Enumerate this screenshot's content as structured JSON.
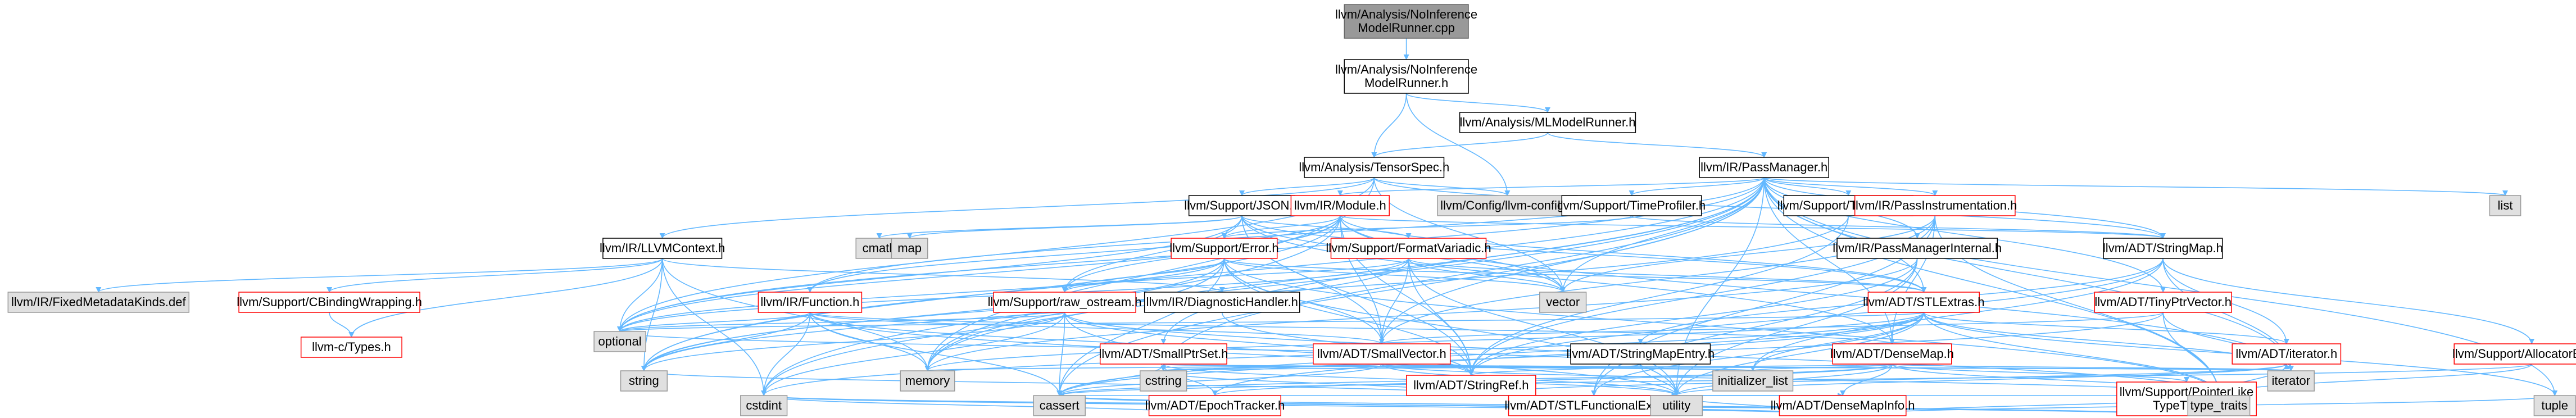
{
  "colors": {
    "edge": "#63b8ff",
    "node_fill": "#ffffff",
    "node_border_black": "#000000",
    "node_border_red": "#ff0000",
    "node_fill_gray": "#e0e0e0",
    "node_border_gray": "#999999",
    "root_fill": "#999999",
    "root_border": "#666666"
  },
  "chart_data": {
    "type": "diagram",
    "nodes": [
      {
        "id": "root",
        "label": "llvm/Analysis/NoInference\nModelRunner.cpp",
        "style": "root"
      },
      {
        "id": "nimr",
        "label": "llvm/Analysis/NoInference\nModelRunner.h",
        "style": "black"
      },
      {
        "id": "mlmr",
        "label": "llvm/Analysis/MLModelRunner.h",
        "style": "black"
      },
      {
        "id": "ts",
        "label": "llvm/Analysis/TensorSpec.h",
        "style": "black"
      },
      {
        "id": "pm",
        "label": "llvm/IR/PassManager.h",
        "style": "black"
      },
      {
        "id": "llvmcfg",
        "label": "llvm/Config/llvm-config.h",
        "style": "gray"
      },
      {
        "id": "json",
        "label": "llvm/Support/JSON.h",
        "style": "black"
      },
      {
        "id": "ctx",
        "label": "llvm/IR/LLVMContext.h",
        "style": "black"
      },
      {
        "id": "module",
        "label": "llvm/IR/Module.h",
        "style": "red"
      },
      {
        "id": "timeprof",
        "label": "llvm/Support/TimeProfiler.h",
        "style": "black"
      },
      {
        "id": "typename",
        "label": "llvm/Support/TypeName.h",
        "style": "black"
      },
      {
        "id": "passinstr",
        "label": "llvm/IR/PassInstrumentation.h",
        "style": "red"
      },
      {
        "id": "list",
        "label": "list",
        "style": "gray"
      },
      {
        "id": "cmath",
        "label": "cmath",
        "style": "gray"
      },
      {
        "id": "map",
        "label": "map",
        "style": "gray"
      },
      {
        "id": "superror",
        "label": "llvm/Support/Error.h",
        "style": "red"
      },
      {
        "id": "formatvar",
        "label": "llvm/Support/FormatVariadic.h",
        "style": "red"
      },
      {
        "id": "vector",
        "label": "vector",
        "style": "gray"
      },
      {
        "id": "pmi",
        "label": "llvm/IR/PassManagerInternal.h",
        "style": "black"
      },
      {
        "id": "stringmap",
        "label": "llvm/ADT/StringMap.h",
        "style": "black"
      },
      {
        "id": "fixedmeta",
        "label": "llvm/IR/FixedMetadataKinds.def",
        "style": "gray"
      },
      {
        "id": "cbw",
        "label": "llvm/Support/CBindingWrapping.h",
        "style": "red"
      },
      {
        "id": "ctypes",
        "label": "llvm-c/Types.h",
        "style": "red"
      },
      {
        "id": "rawos",
        "label": "llvm/Support/raw_ostream.h",
        "style": "red"
      },
      {
        "id": "function",
        "label": "llvm/IR/Function.h",
        "style": "red"
      },
      {
        "id": "diaghandler",
        "label": "llvm/IR/DiagnosticHandler.h",
        "style": "black"
      },
      {
        "id": "sme",
        "label": "llvm/ADT/StringMapEntry.h",
        "style": "black"
      },
      {
        "id": "stlextras",
        "label": "llvm/ADT/STLExtras.h",
        "style": "red"
      },
      {
        "id": "tinyptr",
        "label": "llvm/ADT/TinyPtrVector.h",
        "style": "red"
      },
      {
        "id": "optional",
        "label": "optional",
        "style": "gray"
      },
      {
        "id": "smallptrset",
        "label": "llvm/ADT/SmallPtrSet.h",
        "style": "red"
      },
      {
        "id": "smallvector",
        "label": "llvm/ADT/SmallVector.h",
        "style": "red"
      },
      {
        "id": "stringref",
        "label": "llvm/ADT/StringRef.h",
        "style": "red"
      },
      {
        "id": "densemap",
        "label": "llvm/ADT/DenseMap.h",
        "style": "red"
      },
      {
        "id": "iterator",
        "label": "llvm/ADT/iterator.h",
        "style": "red"
      },
      {
        "id": "allocbase",
        "label": "llvm/Support/AllocatorBase.h",
        "style": "red"
      },
      {
        "id": "string",
        "label": "string",
        "style": "gray"
      },
      {
        "id": "memory",
        "label": "memory",
        "style": "gray"
      },
      {
        "id": "cstring",
        "label": "cstring",
        "style": "gray"
      },
      {
        "id": "epoch",
        "label": "llvm/ADT/EpochTracker.h",
        "style": "red"
      },
      {
        "id": "initlist",
        "label": "initializer_list",
        "style": "gray"
      },
      {
        "id": "stlfunc",
        "label": "llvm/ADT/STLFunctionalExtras.h",
        "style": "red"
      },
      {
        "id": "dmi",
        "label": "llvm/ADT/DenseMapInfo.h",
        "style": "red"
      },
      {
        "id": "iteratorstd",
        "label": "iterator",
        "style": "gray"
      },
      {
        "id": "ptrlike",
        "label": "llvm/Support/PointerLike\nTypeTraits.h",
        "style": "red"
      },
      {
        "id": "cstdint",
        "label": "cstdint",
        "style": "gray"
      },
      {
        "id": "cassert",
        "label": "cassert",
        "style": "gray"
      },
      {
        "id": "utility",
        "label": "utility",
        "style": "gray"
      },
      {
        "id": "typetraits",
        "label": "type_traits",
        "style": "gray"
      },
      {
        "id": "tuple",
        "label": "tuple",
        "style": "gray"
      }
    ],
    "edges": [
      [
        "root",
        "nimr"
      ],
      [
        "nimr",
        "mlmr"
      ],
      [
        "nimr",
        "ts"
      ],
      [
        "nimr",
        "llvmcfg"
      ],
      [
        "mlmr",
        "pm"
      ],
      [
        "mlmr",
        "ts"
      ],
      [
        "ts",
        "llvmcfg"
      ],
      [
        "ts",
        "json"
      ],
      [
        "ts",
        "ctx"
      ],
      [
        "ts",
        "stringmap"
      ],
      [
        "ts",
        "optional"
      ],
      [
        "ts",
        "vector"
      ],
      [
        "ts",
        "memory"
      ],
      [
        "pm",
        "module"
      ],
      [
        "pm",
        "timeprof"
      ],
      [
        "pm",
        "typename"
      ],
      [
        "pm",
        "passinstr"
      ],
      [
        "pm",
        "list"
      ],
      [
        "pm",
        "pmi"
      ],
      [
        "pm",
        "stringmap"
      ],
      [
        "pm",
        "stlextras"
      ],
      [
        "pm",
        "function"
      ],
      [
        "pm",
        "tinyptr"
      ],
      [
        "pm",
        "smallptrset"
      ],
      [
        "pm",
        "smallvector"
      ],
      [
        "pm",
        "densemap"
      ],
      [
        "pm",
        "cassert"
      ],
      [
        "pm",
        "cstring"
      ],
      [
        "pm",
        "iteratorstd"
      ],
      [
        "pm",
        "memory"
      ],
      [
        "pm",
        "tuple"
      ],
      [
        "pm",
        "typetraits"
      ],
      [
        "pm",
        "utility"
      ],
      [
        "pm",
        "vector"
      ],
      [
        "pm",
        "string"
      ],
      [
        "pm",
        "optional"
      ],
      [
        "pm",
        "cstdint"
      ],
      [
        "json",
        "cmath"
      ],
      [
        "json",
        "map"
      ],
      [
        "json",
        "superror"
      ],
      [
        "json",
        "formatvar"
      ],
      [
        "json",
        "rawos"
      ],
      [
        "json",
        "stringref"
      ],
      [
        "json",
        "smallvector"
      ],
      [
        "json",
        "densemap"
      ],
      [
        "json",
        "stlextras"
      ],
      [
        "json",
        "vector"
      ],
      [
        "json",
        "optional"
      ],
      [
        "ctx",
        "fixedmeta"
      ],
      [
        "ctx",
        "cbw"
      ],
      [
        "ctx",
        "ctypes"
      ],
      [
        "ctx",
        "diaghandler"
      ],
      [
        "ctx",
        "cstdint"
      ],
      [
        "ctx",
        "memory"
      ],
      [
        "ctx",
        "optional"
      ],
      [
        "ctx",
        "string"
      ],
      [
        "module",
        "rawos"
      ],
      [
        "module",
        "superror"
      ],
      [
        "module",
        "function"
      ],
      [
        "module",
        "stringmap"
      ],
      [
        "module",
        "stringref"
      ],
      [
        "module",
        "smallvector"
      ],
      [
        "module",
        "stlextras"
      ],
      [
        "module",
        "iteratorstd"
      ],
      [
        "module",
        "optional"
      ],
      [
        "module",
        "vector"
      ],
      [
        "module",
        "cstddef"
      ],
      [
        "module",
        "memory"
      ],
      [
        "module",
        "string"
      ],
      [
        "timeprof",
        "superror"
      ],
      [
        "timeprof",
        "stringmap"
      ],
      [
        "typename",
        "stringref"
      ],
      [
        "typename",
        "string"
      ],
      [
        "passinstr",
        "stringref"
      ],
      [
        "passinstr",
        "smallvector"
      ],
      [
        "passinstr",
        "densemap"
      ],
      [
        "passinstr",
        "stlfunc"
      ],
      [
        "passinstr",
        "vector"
      ],
      [
        "passinstr",
        "any"
      ],
      [
        "passinstr",
        "typetraits"
      ],
      [
        "superror",
        "rawos"
      ],
      [
        "superror",
        "stringref"
      ],
      [
        "superror",
        "smallvector"
      ],
      [
        "superror",
        "stlextras"
      ],
      [
        "superror",
        "string"
      ],
      [
        "superror",
        "memory"
      ],
      [
        "superror",
        "cassert"
      ],
      [
        "superror",
        "cstdint"
      ],
      [
        "superror",
        "optional"
      ],
      [
        "superror",
        "typetraits"
      ],
      [
        "superror",
        "utility"
      ],
      [
        "superror",
        "vector"
      ],
      [
        "formatvar",
        "rawos"
      ],
      [
        "formatvar",
        "stringref"
      ],
      [
        "formatvar",
        "smallvector"
      ],
      [
        "formatvar",
        "stlextras"
      ],
      [
        "formatvar",
        "array"
      ],
      [
        "formatvar",
        "string"
      ],
      [
        "formatvar",
        "vector"
      ],
      [
        "formatvar",
        "utility"
      ],
      [
        "formatvar",
        "optional"
      ],
      [
        "formatvar",
        "cstddef"
      ],
      [
        "pmi",
        "stringref"
      ],
      [
        "pmi",
        "stlfunc"
      ],
      [
        "pmi",
        "memory"
      ],
      [
        "pmi",
        "utility"
      ],
      [
        "stringmap",
        "sme"
      ],
      [
        "stringmap",
        "allocbase"
      ],
      [
        "stringmap",
        "iterator"
      ],
      [
        "stringmap",
        "initlist"
      ],
      [
        "stringmap",
        "iteratorstd"
      ],
      [
        "stringmap",
        "stringref"
      ],
      [
        "cbw",
        "ctypes"
      ],
      [
        "rawos",
        "stringref"
      ],
      [
        "rawos",
        "cassert"
      ],
      [
        "rawos",
        "cstddef"
      ],
      [
        "rawos",
        "cstdint"
      ],
      [
        "rawos",
        "cstring"
      ],
      [
        "rawos",
        "optional"
      ],
      [
        "rawos",
        "string"
      ],
      [
        "rawos",
        "typetraits"
      ],
      [
        "rawos",
        "systemerror"
      ],
      [
        "function",
        "stringref"
      ],
      [
        "function",
        "smallvector"
      ],
      [
        "function",
        "densemap"
      ],
      [
        "function",
        "memory"
      ],
      [
        "function",
        "cassert"
      ],
      [
        "function",
        "cstdint"
      ],
      [
        "function",
        "cstddef"
      ],
      [
        "function",
        "string"
      ],
      [
        "function",
        "utility"
      ],
      [
        "function",
        "optional"
      ],
      [
        "diaghandler",
        "stringref"
      ],
      [
        "sme",
        "stringref"
      ],
      [
        "sme",
        "optional"
      ],
      [
        "sme",
        "utility"
      ],
      [
        "stlextras",
        "stlfunc"
      ],
      [
        "stlextras",
        "iterator"
      ],
      [
        "stlextras",
        "epoch"
      ],
      [
        "stlextras",
        "cassert"
      ],
      [
        "stlextras",
        "cstddef"
      ],
      [
        "stlextras",
        "cstdint"
      ],
      [
        "stlextras",
        "functional"
      ],
      [
        "stlextras",
        "initlist"
      ],
      [
        "stlextras",
        "iteratorstd"
      ],
      [
        "stlextras",
        "limits"
      ],
      [
        "stlextras",
        "memory"
      ],
      [
        "stlextras",
        "optional"
      ],
      [
        "stlextras",
        "tuple"
      ],
      [
        "stlextras",
        "typetraits"
      ],
      [
        "stlextras",
        "utility"
      ],
      [
        "tinyptr",
        "smallvector"
      ],
      [
        "tinyptr",
        "iteratorstd"
      ],
      [
        "tinyptr",
        "cassert"
      ],
      [
        "tinyptr",
        "cstddef"
      ],
      [
        "tinyptr",
        "typetraits"
      ],
      [
        "smallptrset",
        "epoch"
      ],
      [
        "smallptrset",
        "cassert"
      ],
      [
        "smallptrset",
        "cstddef"
      ],
      [
        "smallptrset",
        "cstdlib"
      ],
      [
        "smallptrset",
        "cstring"
      ],
      [
        "smallptrset",
        "initlist"
      ],
      [
        "smallptrset",
        "iteratorstd"
      ],
      [
        "smallptrset",
        "utility"
      ],
      [
        "smallvector",
        "iteratorstd"
      ],
      [
        "smallvector",
        "cassert"
      ],
      [
        "smallvector",
        "cstddef"
      ],
      [
        "smallvector",
        "cstdlib"
      ],
      [
        "smallvector",
        "cstring"
      ],
      [
        "smallvector",
        "functional"
      ],
      [
        "smallvector",
        "initlist"
      ],
      [
        "smallvector",
        "limits"
      ],
      [
        "smallvector",
        "memory"
      ],
      [
        "smallvector",
        "new"
      ],
      [
        "smallvector",
        "typetraits"
      ],
      [
        "smallvector",
        "utility"
      ],
      [
        "stringref",
        "dmi"
      ],
      [
        "stringref",
        "iterator"
      ],
      [
        "stringref",
        "cassert"
      ],
      [
        "stringref",
        "cstddef"
      ],
      [
        "stringref",
        "cstring"
      ],
      [
        "stringref",
        "limits"
      ],
      [
        "stringref",
        "string"
      ],
      [
        "stringref",
        "stringview"
      ],
      [
        "stringref",
        "typetraits"
      ],
      [
        "stringref",
        "utility"
      ],
      [
        "densemap",
        "dmi"
      ],
      [
        "densemap",
        "epoch"
      ],
      [
        "densemap",
        "ptrlike"
      ],
      [
        "densemap",
        "algorithm"
      ],
      [
        "densemap",
        "cassert"
      ],
      [
        "densemap",
        "cstddef"
      ],
      [
        "densemap",
        "cstring"
      ],
      [
        "densemap",
        "initlist"
      ],
      [
        "densemap",
        "iteratorstd"
      ],
      [
        "densemap",
        "new"
      ],
      [
        "densemap",
        "typetraits"
      ],
      [
        "densemap",
        "utility"
      ],
      [
        "iterator",
        "iteratorstd"
      ],
      [
        "iterator",
        "cstddef"
      ],
      [
        "iterator",
        "typetraits"
      ],
      [
        "iterator",
        "utility"
      ],
      [
        "allocbase",
        "cassert"
      ],
      [
        "allocbase",
        "cstddef"
      ],
      [
        "allocbase",
        "typetraits"
      ],
      [
        "epoch",
        "cstdint"
      ],
      [
        "dmi",
        "cassert"
      ],
      [
        "dmi",
        "cstddef"
      ],
      [
        "dmi",
        "cstdint"
      ],
      [
        "dmi",
        "tuple"
      ],
      [
        "dmi",
        "typetraits"
      ],
      [
        "dmi",
        "utility"
      ],
      [
        "ptrlike",
        "cassert"
      ],
      [
        "ptrlike",
        "cstdint"
      ],
      [
        "ptrlike",
        "typetraits"
      ]
    ]
  }
}
